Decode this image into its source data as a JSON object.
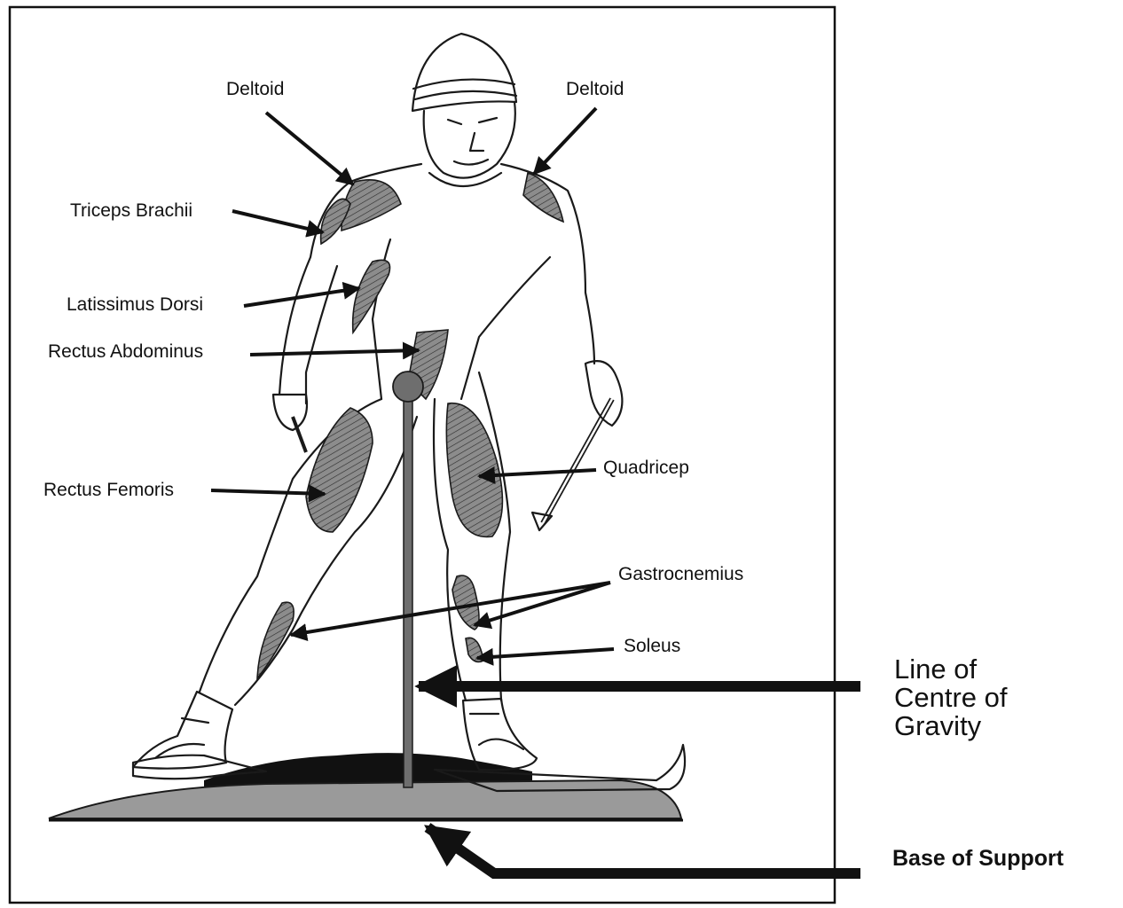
{
  "labels": {
    "deltoid_left": "Deltoid",
    "deltoid_right": "Deltoid",
    "triceps": "Triceps Brachii",
    "latissimus": "Latissimus Dorsi",
    "rectus_abdominus": "Rectus Abdominus",
    "rectus_femoris": "Rectus Femoris",
    "quadricep": "Quadricep",
    "gastrocnemius": "Gastrocnemius",
    "soleus": "Soleus",
    "line_of_gravity": [
      "Line of",
      "Centre of",
      "Gravity"
    ],
    "base_of_support": "Base of Support"
  },
  "colors": {
    "muscle": "#8c8c8c",
    "gravity_line": "#6e6e6e",
    "base_of_support": "#9a9a9a",
    "shadow": "#111111"
  }
}
